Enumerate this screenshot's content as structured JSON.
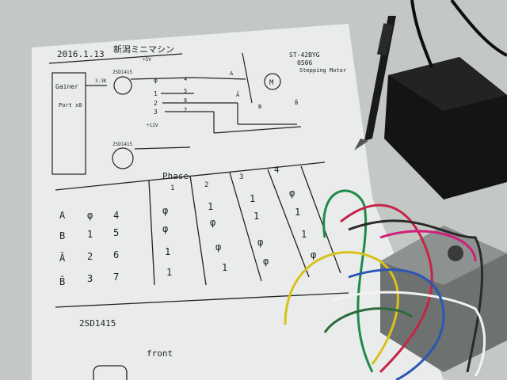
{
  "notes": {
    "date": "2016.1.13",
    "title": "新潟ミニマシン",
    "motor_model": "ST-42BYG",
    "motor_code": "0506",
    "motor_type": "Stepping Motor",
    "board": "Gainer",
    "port": "Port x8",
    "transistor_top": "2SD1415",
    "transistor_bottom": "2SD1415",
    "resistor": "3.3K",
    "supply": "+5V",
    "supply2": "+12V",
    "pins": [
      "φ",
      "1",
      "2",
      "3"
    ],
    "pins_right": [
      "4",
      "5",
      "6",
      "7"
    ],
    "coils": [
      "A",
      "Ā",
      "B",
      "B̄"
    ],
    "motor_symbol": "M",
    "part_label": "2SD1415",
    "front_label": "front"
  },
  "phase_table": {
    "header": "Phase",
    "phases": [
      "1",
      "2",
      "3",
      "4"
    ],
    "rows": [
      {
        "coil": "A",
        "p1": "φ",
        "p2": "4",
        "marks": [
          "φ",
          "1",
          "1",
          "φ"
        ]
      },
      {
        "coil": "B",
        "p1": "1",
        "p2": "5",
        "marks": [
          "φ",
          "φ",
          "1",
          "1"
        ]
      },
      {
        "coil": "Ā",
        "p1": "2",
        "p2": "6",
        "marks": [
          "1",
          "φ",
          "φ",
          "1"
        ]
      },
      {
        "coil": "B̄",
        "p1": "3",
        "p2": "7",
        "marks": [
          "1",
          "1",
          "φ",
          "φ"
        ]
      }
    ]
  }
}
